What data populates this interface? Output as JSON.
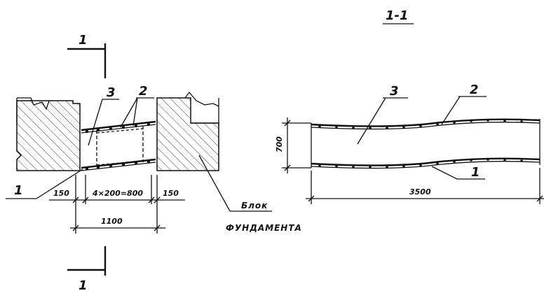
{
  "section_title": "1-1",
  "section_marker_top": "1",
  "section_marker_bottom": "1",
  "callouts": {
    "left_3": "3",
    "left_2": "2",
    "left_1": "1",
    "right_3": "3",
    "right_2": "2",
    "right_1": "1"
  },
  "dimensions": {
    "left_gap": "150",
    "spacing": "4×200=800",
    "right_gap": "150",
    "total_width": "1100",
    "height": "700",
    "length": "3500"
  },
  "note": {
    "line1": "Блок",
    "line2": "ФУНДАМЕНТА"
  }
}
